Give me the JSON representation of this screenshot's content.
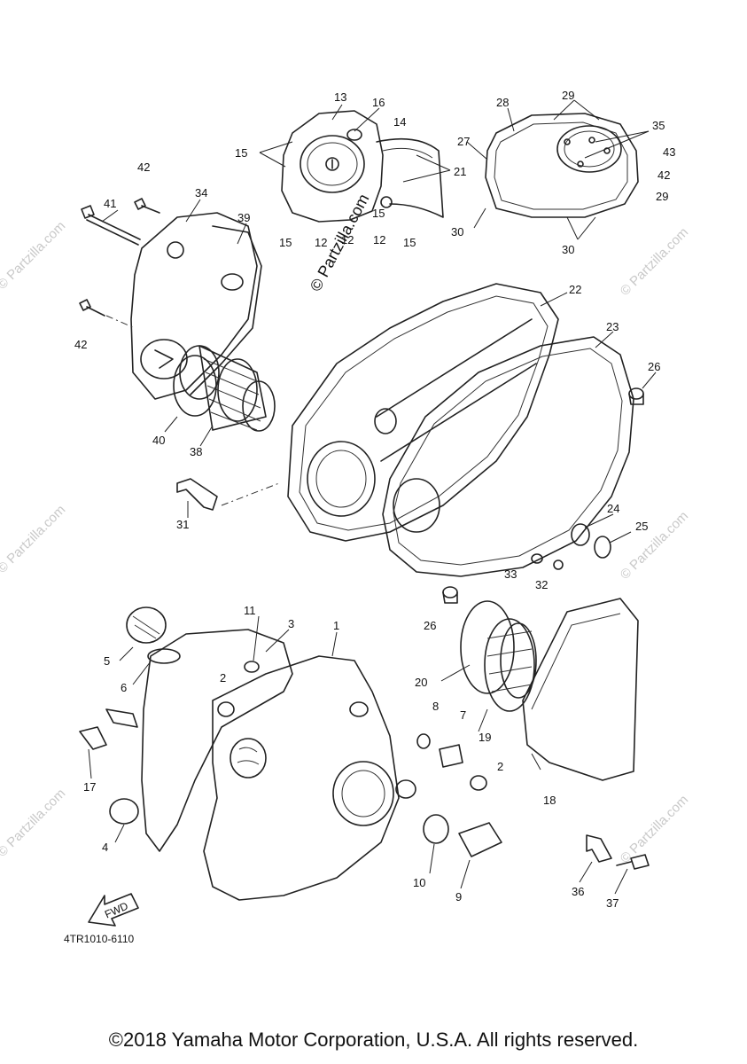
{
  "diagram": {
    "reference_code": "4TR1010-6110",
    "fwd_label": "FWD",
    "watermark": "© Partzilla.com",
    "callouts": [
      {
        "label": "13"
      },
      {
        "label": "16"
      },
      {
        "label": "14"
      },
      {
        "label": "15"
      },
      {
        "label": "15"
      },
      {
        "label": "15"
      },
      {
        "label": "12"
      },
      {
        "label": "12"
      },
      {
        "label": "12"
      },
      {
        "label": "15"
      },
      {
        "label": "21"
      },
      {
        "label": "28"
      },
      {
        "label": "29"
      },
      {
        "label": "35"
      },
      {
        "label": "27"
      },
      {
        "label": "43"
      },
      {
        "label": "42"
      },
      {
        "label": "29"
      },
      {
        "label": "30"
      },
      {
        "label": "30"
      },
      {
        "label": "42"
      },
      {
        "label": "41"
      },
      {
        "label": "34"
      },
      {
        "label": "39"
      },
      {
        "label": "42"
      },
      {
        "label": "22"
      },
      {
        "label": "23"
      },
      {
        "label": "26"
      },
      {
        "label": "40"
      },
      {
        "label": "38"
      },
      {
        "label": "31"
      },
      {
        "label": "24"
      },
      {
        "label": "25"
      },
      {
        "label": "33"
      },
      {
        "label": "32"
      },
      {
        "label": "26"
      },
      {
        "label": "11"
      },
      {
        "label": "3"
      },
      {
        "label": "1"
      },
      {
        "label": "5"
      },
      {
        "label": "6"
      },
      {
        "label": "2"
      },
      {
        "label": "20"
      },
      {
        "label": "8"
      },
      {
        "label": "7"
      },
      {
        "label": "19"
      },
      {
        "label": "17"
      },
      {
        "label": "2"
      },
      {
        "label": "18"
      },
      {
        "label": "4"
      },
      {
        "label": "10"
      },
      {
        "label": "9"
      },
      {
        "label": "36"
      },
      {
        "label": "37"
      }
    ]
  },
  "footer": {
    "copyright": "©2018 Yamaha Motor Corporation, U.S.A. All rights reserved."
  }
}
